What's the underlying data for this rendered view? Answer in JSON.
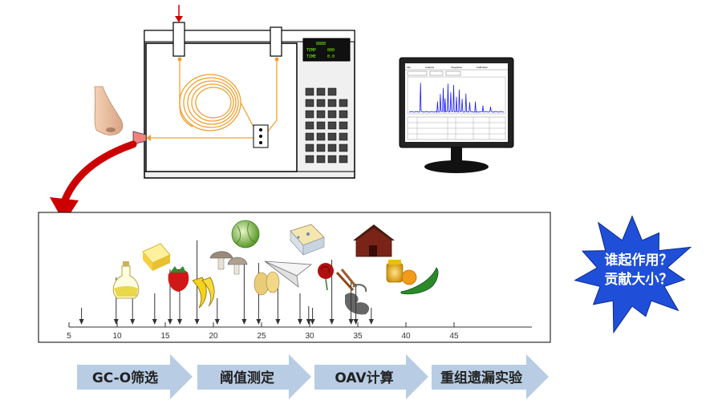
{
  "gc_display": {
    "line1": "8888",
    "line2a": "TEMP",
    "line2b": "000",
    "line3a": "TIME",
    "line3b": "0.0"
  },
  "monitor": {
    "menu": [
      "File",
      "Analysis",
      "Integration",
      "Calibration"
    ]
  },
  "axis": {
    "ticks": [
      {
        "value": 5,
        "label": "5"
      },
      {
        "value": 10,
        "label": "10"
      },
      {
        "value": 15,
        "label": "15"
      },
      {
        "value": 20,
        "label": "20"
      },
      {
        "value": 25,
        "label": "25"
      },
      {
        "value": 30,
        "label": "30"
      },
      {
        "value": 35,
        "label": "35"
      },
      {
        "value": 40,
        "label": "40"
      },
      {
        "value": 45,
        "label": "45"
      }
    ],
    "marker_values": [
      6.3,
      9.9,
      11.6,
      13.9,
      15.5,
      16.5,
      18.3,
      20.4,
      23.2,
      24.7,
      26.7,
      29.0,
      29.9,
      30.3,
      32.3,
      34.3,
      34.8,
      36.4
    ]
  },
  "odorants": [
    {
      "name": "olive-oil"
    },
    {
      "name": "butter"
    },
    {
      "name": "strawberry"
    },
    {
      "name": "bananas"
    },
    {
      "name": "mushrooms"
    },
    {
      "name": "cabbage"
    },
    {
      "name": "potatoes"
    },
    {
      "name": "paper-plane"
    },
    {
      "name": "cheese"
    },
    {
      "name": "rose"
    },
    {
      "name": "cinnamon"
    },
    {
      "name": "smoke"
    },
    {
      "name": "barn"
    },
    {
      "name": "honey-jar"
    },
    {
      "name": "orange"
    },
    {
      "name": "green-pepper"
    }
  ],
  "burst": {
    "line1": "谁起作用？",
    "line2": "贡献大小？",
    "color": "#1f4fd8"
  },
  "steps": [
    {
      "label": "GC-O筛选"
    },
    {
      "label": "阈值测定"
    },
    {
      "label": "OAV计算"
    },
    {
      "label": "重组遗漏实验"
    }
  ],
  "colors": {
    "step_arrow": "#b8cce4",
    "gc_line": "#f0a030",
    "big_arrow": "#cc0000",
    "chromatogram": "#1a1aff"
  }
}
